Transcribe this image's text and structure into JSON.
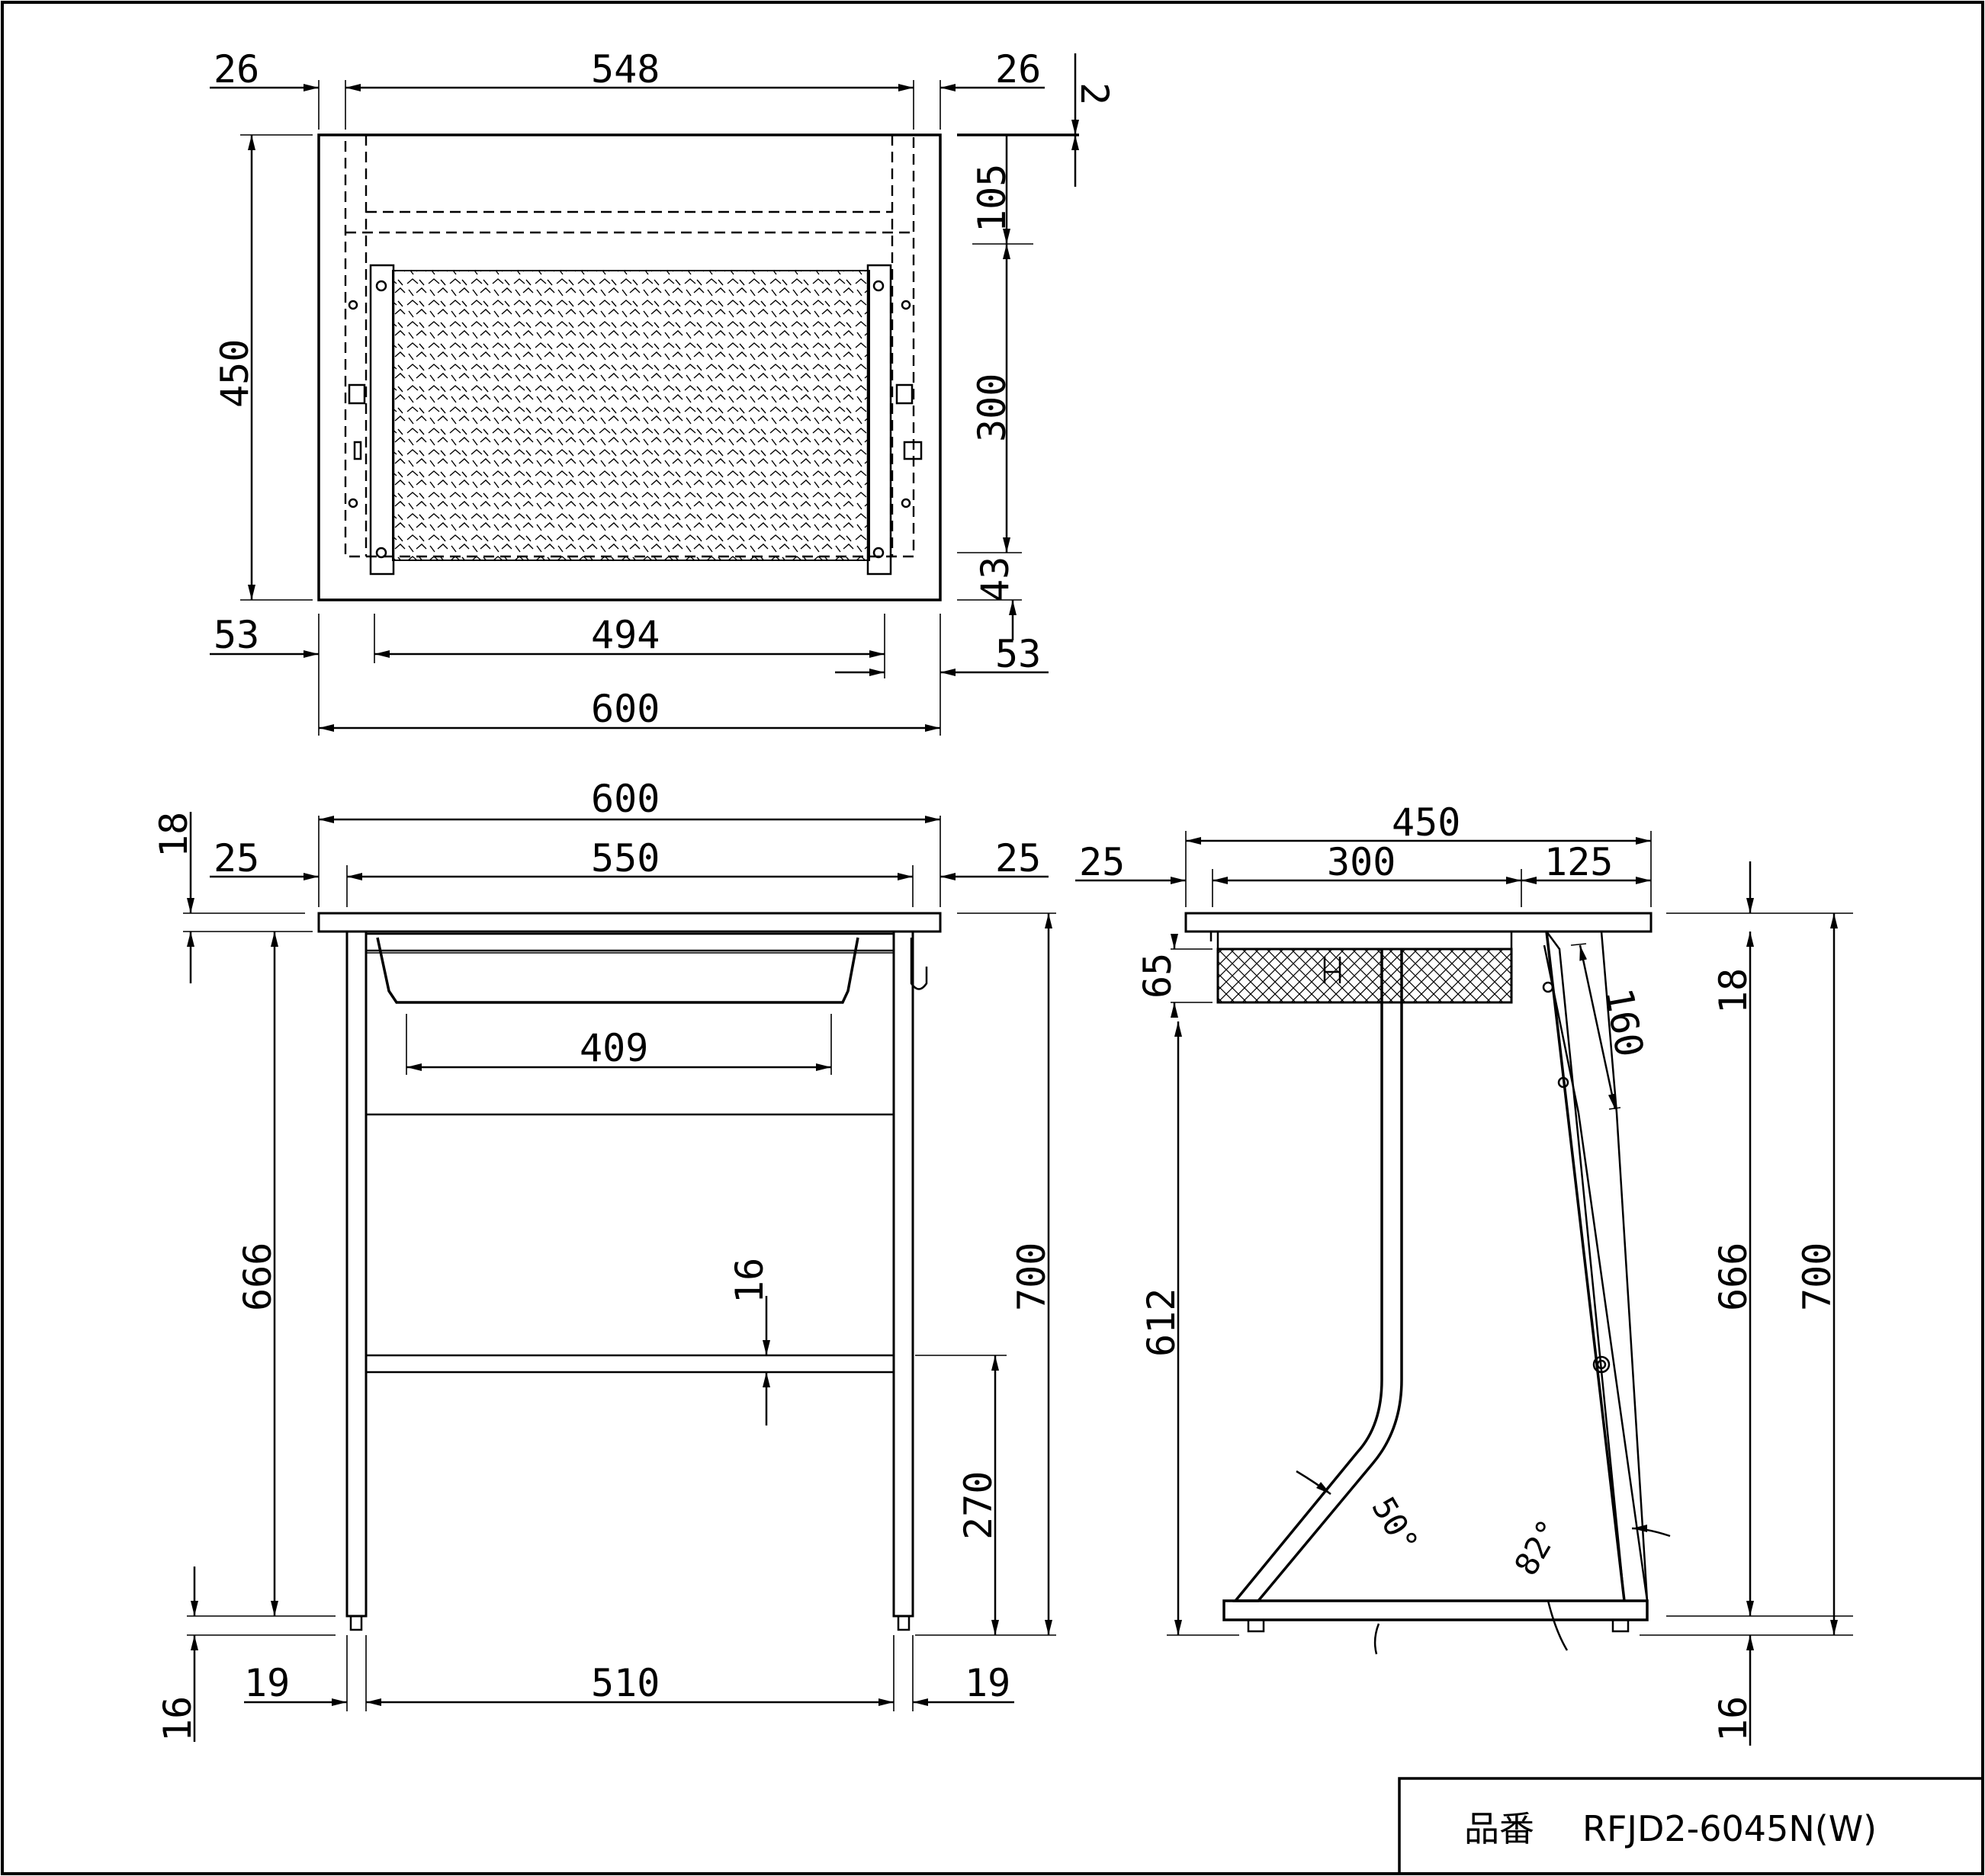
{
  "drawing": {
    "part_number_label": "品番",
    "part_number": "RFJD2-6045N(W)"
  },
  "top_view": {
    "dim_left_margin": "26",
    "dim_inner_width": "548",
    "dim_right_margin": "26",
    "dim_offset_small": "2",
    "dim_depth": "450",
    "dim_front_offset": "105",
    "dim_basket_depth": "300",
    "dim_rear_offset": "43",
    "dim_bottom_left": "53",
    "dim_leg_span": "494",
    "dim_bottom_right": "53",
    "dim_total_width": "600"
  },
  "front_view": {
    "dim_total_width": "600",
    "dim_top_thickness": "18",
    "dim_left_overhang": "25",
    "dim_frame_width": "550",
    "dim_right_overhang": "25",
    "dim_basket_width": "409",
    "dim_leg_height": "666",
    "dim_total_height": "700",
    "dim_shelf_bar": "16",
    "dim_shelf_height": "270",
    "dim_foot_height": "16",
    "dim_left_foot": "19",
    "dim_foot_span": "510",
    "dim_right_foot": "19"
  },
  "side_view": {
    "dim_total_depth": "450",
    "dim_front_overhang": "25",
    "dim_basket_depth": "300",
    "dim_rear_depth": "125",
    "dim_basket_height": "65",
    "dim_clearance": "612",
    "dim_rear_bracket": "160",
    "dim_top_thickness": "18",
    "dim_frame_height": "666",
    "dim_total_height": "700",
    "dim_foot_height": "16",
    "angle_front": "50°",
    "angle_rear": "82°"
  }
}
